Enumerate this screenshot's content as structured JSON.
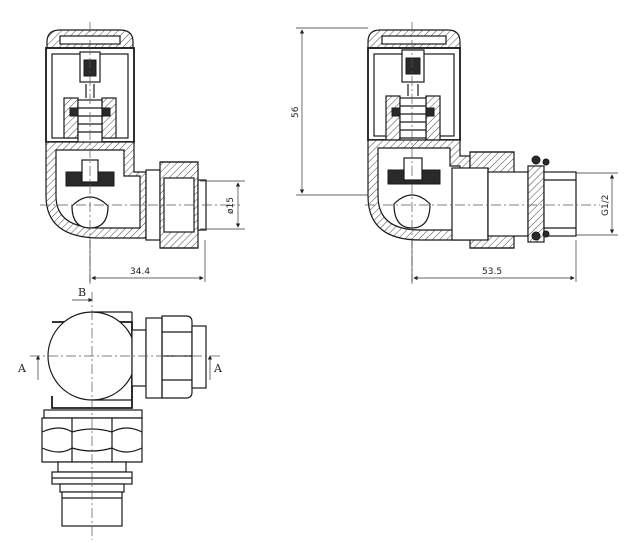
{
  "dimensions": {
    "d1": "34.4",
    "d2": "ø15",
    "d3": "56",
    "d4": "53.5",
    "d5": "G1/2"
  },
  "section_labels": {
    "a_left": "A",
    "a_right": "A",
    "b_top": "B"
  }
}
